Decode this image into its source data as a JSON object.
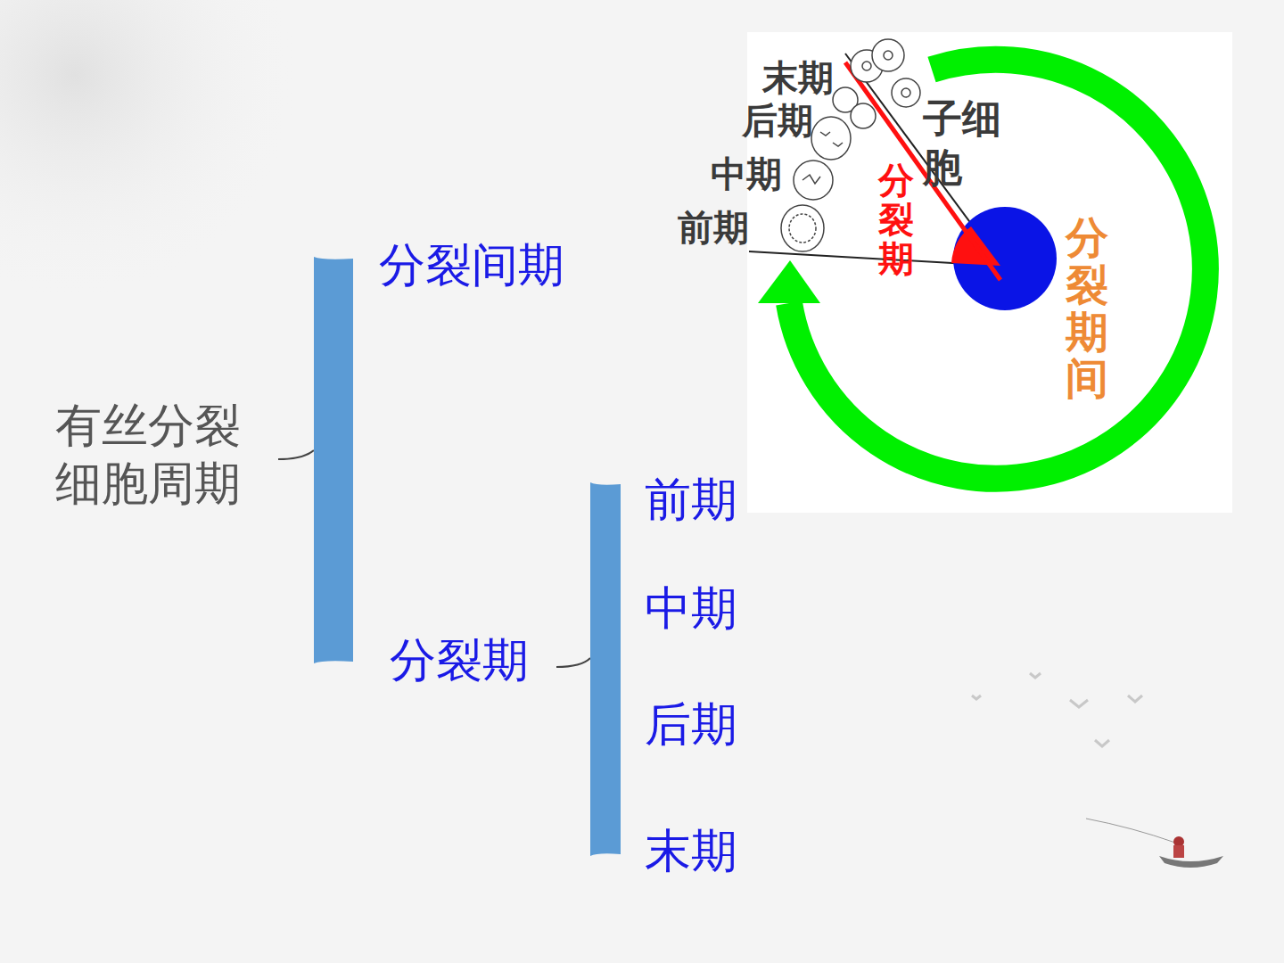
{
  "diagram": {
    "labels": [
      "末期",
      "后期",
      "子细胞",
      "中期",
      "分裂期",
      "前期",
      "分裂期间",
      "分裂间期",
      "有丝分裂 细胞周期",
      "前期",
      "中期",
      "分裂期",
      "后期",
      "末期"
    ]
  }
}
